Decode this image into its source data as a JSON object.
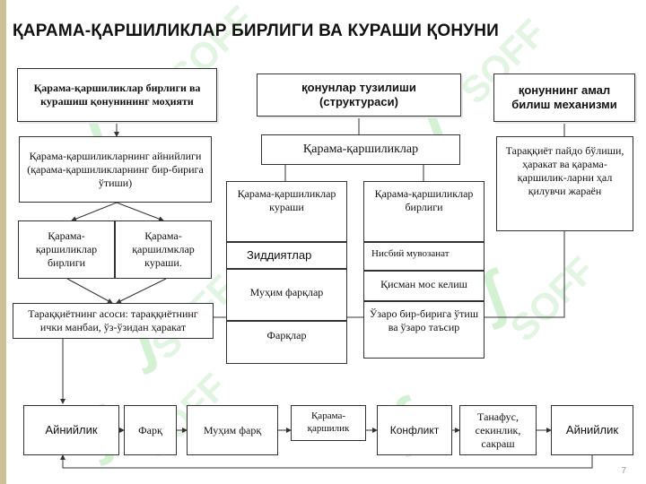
{
  "title": "ҚАРАМА-ҚАРШИЛИКЛАР БИРЛИГИ ВА КУРАШИ ҚОНУНИ",
  "page_number": "7",
  "watermark": "SOFF",
  "top": {
    "essence": "Қарама-қаршиликлар бирлиги ва курашиш қонунининг моҳияти",
    "structure": "қонунлар тузилиши (структураси)",
    "mechanism": "қонуннинг амал билиш механизми"
  },
  "left": {
    "unity_text": "Қарама-қаршиликларнинг айнийлиги (қарама-қаршиликларнинг бир-бирига ўтиши)",
    "unity_label": "Қарама-қаршиликлар бирлиги",
    "struggle_label": "Қарама-қаршилмклар кураши.",
    "source": "Тараққиётнинг асоси: тараққиётнинг ички манбаи, ўз-ўзидан ҳаракат"
  },
  "middle": {
    "opposites": "Қарама-қаршиликлар",
    "struggle_col": {
      "header": "Қарама-қаршиликлар кураши",
      "rows": [
        "Зиддиятлар",
        "Муҳим фарқлар",
        "Фарқлар"
      ]
    },
    "unity_col": {
      "header": "Қарама-қаршиликлар бирлиги",
      "rows": [
        "Нисбий мувозанат",
        "Қисман мос келиш",
        "Ўзаро бир-бирига ўтиш ва ўзаро таъсир"
      ]
    }
  },
  "right": {
    "mechanism_text": "Тараққиёт пайдо бўлиши, ҳаракат ва қарама-қаршилик-ларни ҳал қилувчи жараён"
  },
  "chain": [
    "Айнийлик",
    "Фарқ",
    "Муҳим фарқ",
    "Қарама-қаршилик",
    "Конфликт",
    "Танафус, секинлик, сакраш",
    "Айнийлик"
  ],
  "colors": {
    "sidebar": "#cdbf98",
    "watermark": "#dff3df",
    "border": "#333333"
  }
}
